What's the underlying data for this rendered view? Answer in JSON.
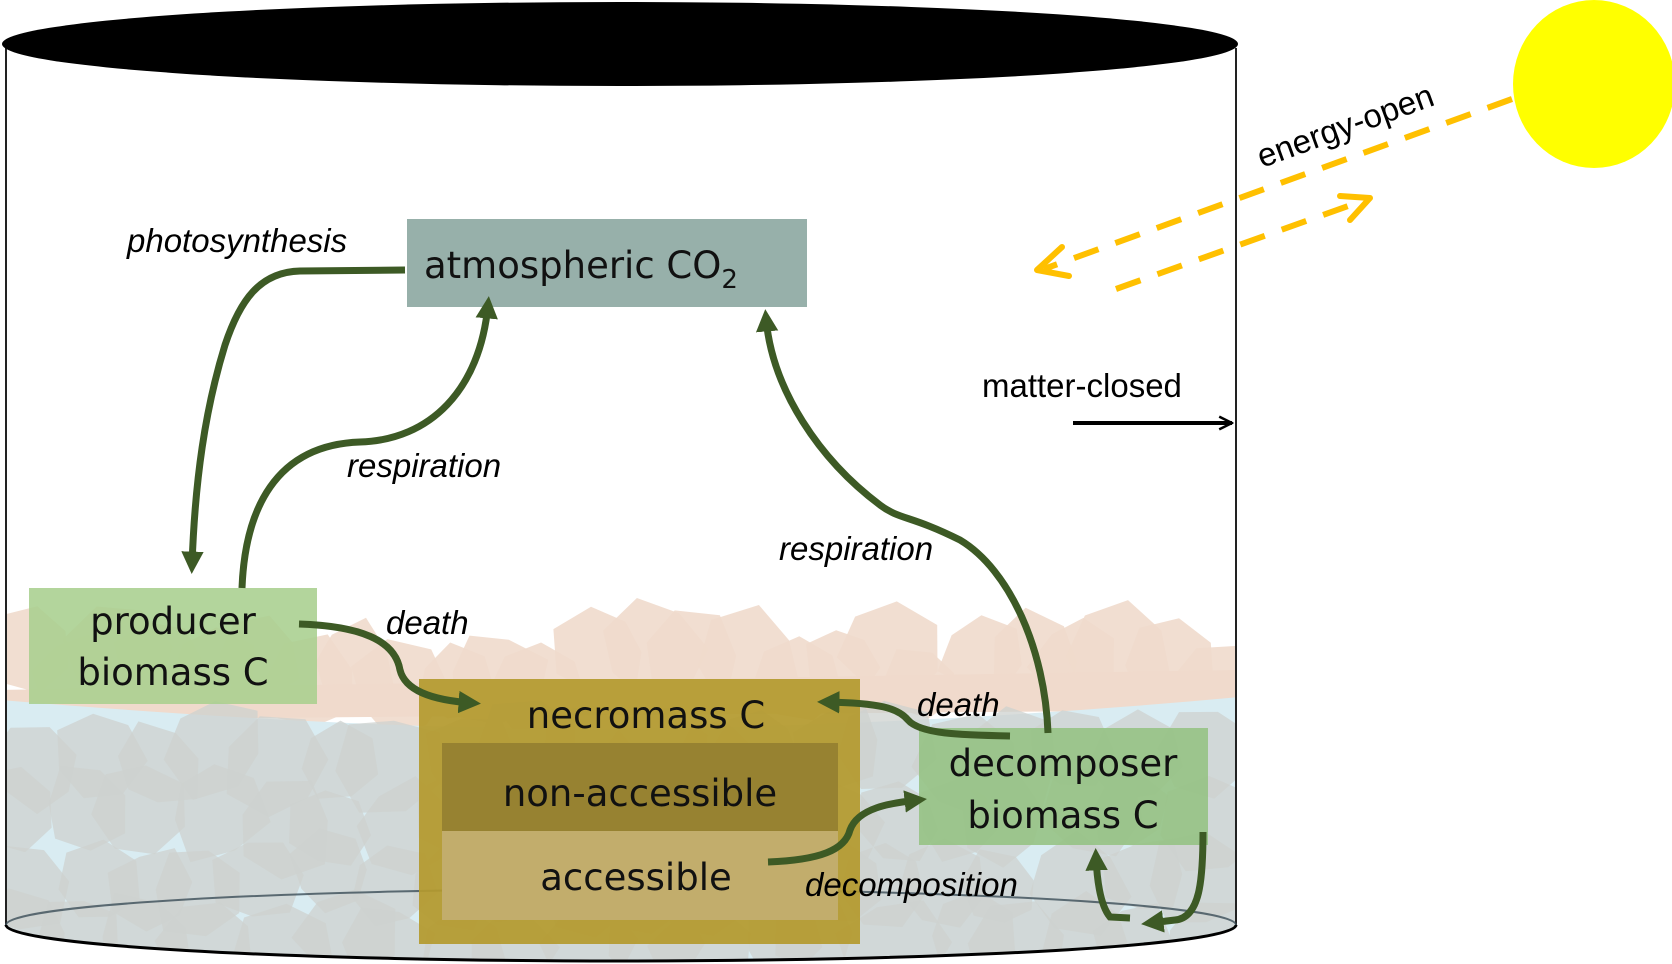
{
  "diagram": {
    "title": "Closed carbon-cycle ecosystem in a container",
    "boxes": {
      "atmosphere": {
        "label": "atmospheric CO",
        "subscript": "2",
        "color": "#97B0AA"
      },
      "producer": {
        "line1": "producer",
        "line2": "biomass C",
        "color": "#A9CF8E"
      },
      "necromass": {
        "label": "necromass C",
        "color": "#B49A2E"
      },
      "non_accessible": {
        "label": "non-accessible",
        "color": "#978231"
      },
      "accessible": {
        "label": "accessible",
        "color": "#C2AD6C"
      },
      "decomposer": {
        "line1": "decomposer",
        "line2": "biomass C",
        "color": "#94C282"
      }
    },
    "flows": {
      "photosynthesis": "photosynthesis",
      "producer_respiration": "respiration",
      "producer_death": "death",
      "decomposer_respiration": "respiration",
      "decomposer_death": "death",
      "decomposition": "decomposition"
    },
    "boundary": {
      "energy": "energy-open",
      "matter": "matter-closed"
    },
    "colors": {
      "flow_arrow": "#3D5A25",
      "energy_arrow": "#FFC000",
      "sun": "#FFFF00",
      "water": "#D9ECF2",
      "soil": "#F0DACC",
      "rock": "#CDD1CF",
      "container_lid": "#000000"
    }
  }
}
